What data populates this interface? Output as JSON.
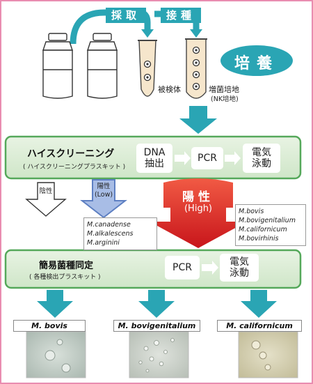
{
  "top": {
    "collect_label": "採取",
    "inoculate_label": "接種",
    "culture_label": "培養",
    "sample_label": "被検体",
    "medium_label": "増菌培地",
    "medium_sublabel": "(NK培地)"
  },
  "screening": {
    "title": "ハイスクリーニング",
    "kit": "( ハイスクリーニングプラスキット )",
    "steps": [
      "DNA\n抽出",
      "PCR",
      "電気\n泳動"
    ]
  },
  "results": {
    "negative": "陰性",
    "low": "陽性\n(Low)",
    "high_title": "陽性",
    "high_level": "(High)",
    "low_species": [
      "M.canadense",
      "M.alkalescens",
      "M.arginini"
    ],
    "high_species": [
      "M.bovis",
      "M.bovigenitalium",
      "M.californicum",
      "M.bovirhinis"
    ]
  },
  "identification": {
    "title": "簡易菌種同定",
    "kit": "( 各種検出プラスキット )",
    "steps": [
      "PCR",
      "電気\n泳動"
    ]
  },
  "species": [
    "M. bovis",
    "M. bovigenitalium",
    "M. californicum"
  ],
  "colors": {
    "teal": "#2aa5b4",
    "band_border": "#55a85a",
    "band_fill": "#d9ecd3",
    "high_positive": "#d8242a",
    "low_positive": "#a8bde6",
    "frame": "#e98db0"
  }
}
